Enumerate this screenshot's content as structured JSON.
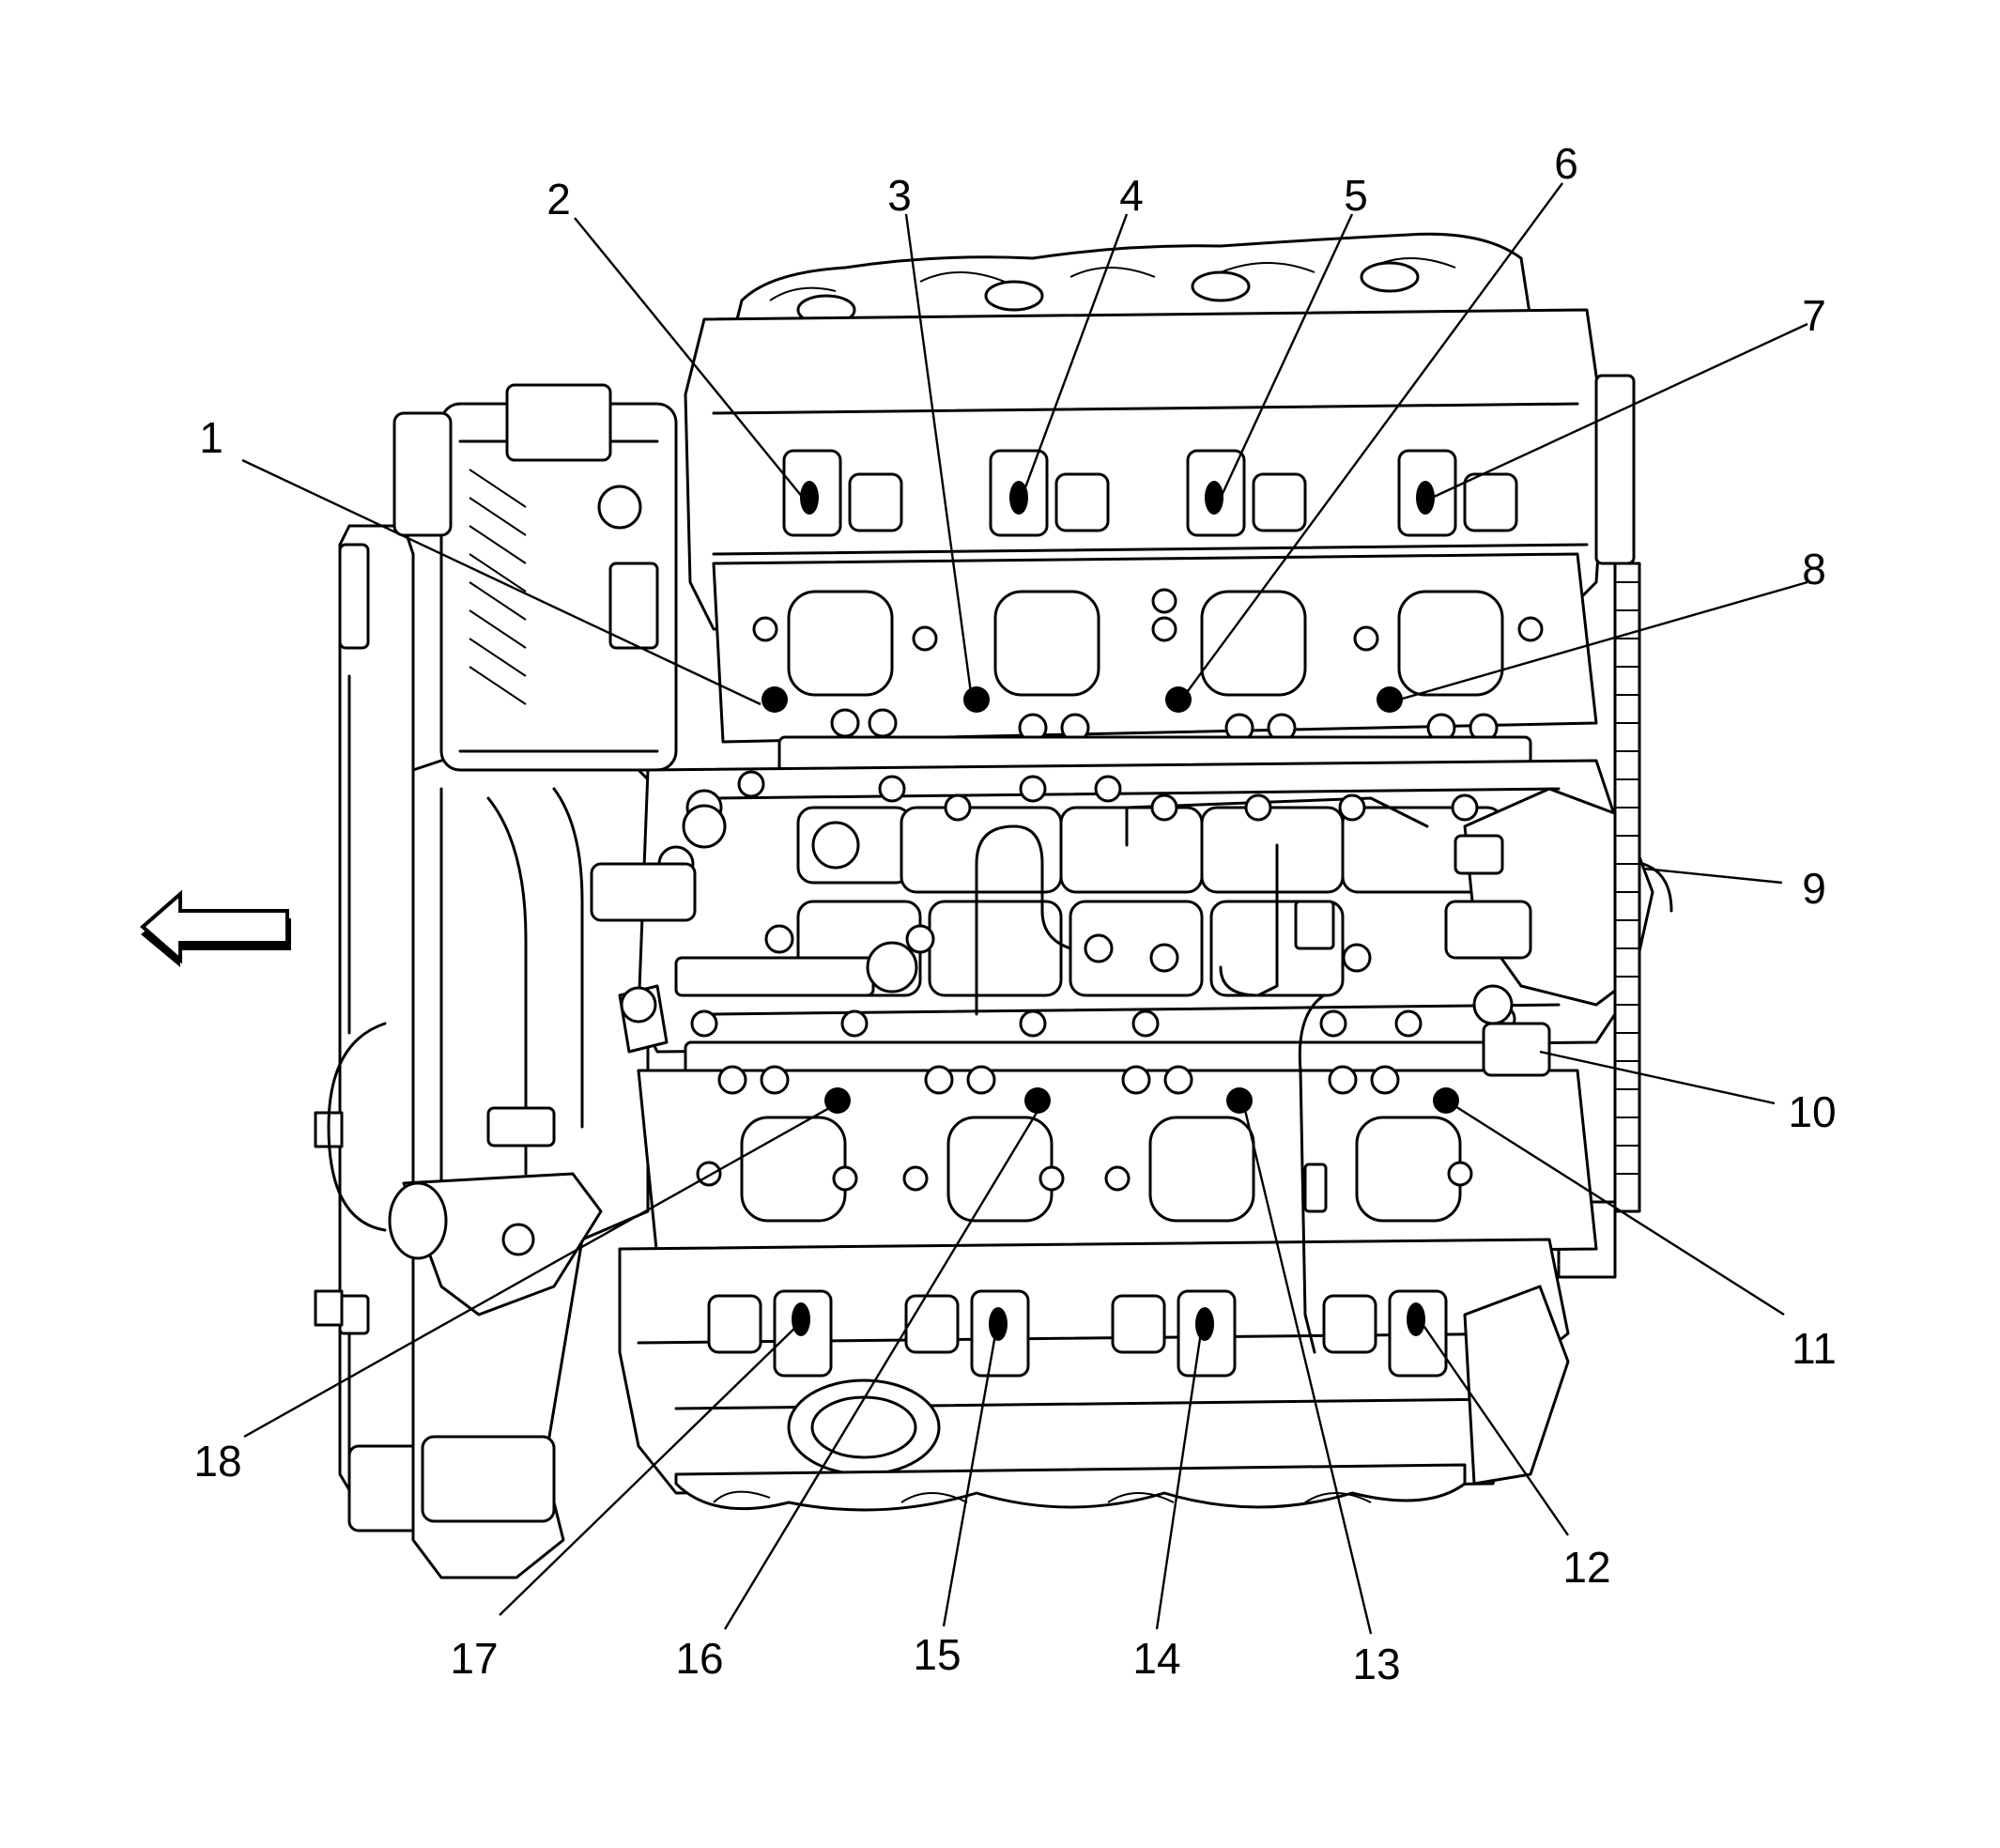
{
  "callouts": [
    {
      "id": 1,
      "label": "1"
    },
    {
      "id": 2,
      "label": "2"
    },
    {
      "id": 3,
      "label": "3"
    },
    {
      "id": 4,
      "label": "4"
    },
    {
      "id": 5,
      "label": "5"
    },
    {
      "id": 6,
      "label": "6"
    },
    {
      "id": 7,
      "label": "7"
    },
    {
      "id": 8,
      "label": "8"
    },
    {
      "id": 9,
      "label": "9"
    },
    {
      "id": 10,
      "label": "10"
    },
    {
      "id": 11,
      "label": "11"
    },
    {
      "id": 12,
      "label": "12"
    },
    {
      "id": 13,
      "label": "13"
    },
    {
      "id": 14,
      "label": "14"
    },
    {
      "id": 15,
      "label": "15"
    },
    {
      "id": 16,
      "label": "16"
    },
    {
      "id": 17,
      "label": "17"
    },
    {
      "id": 18,
      "label": "18"
    }
  ],
  "direction_arrow": {
    "icon": "left-arrow-icon"
  }
}
